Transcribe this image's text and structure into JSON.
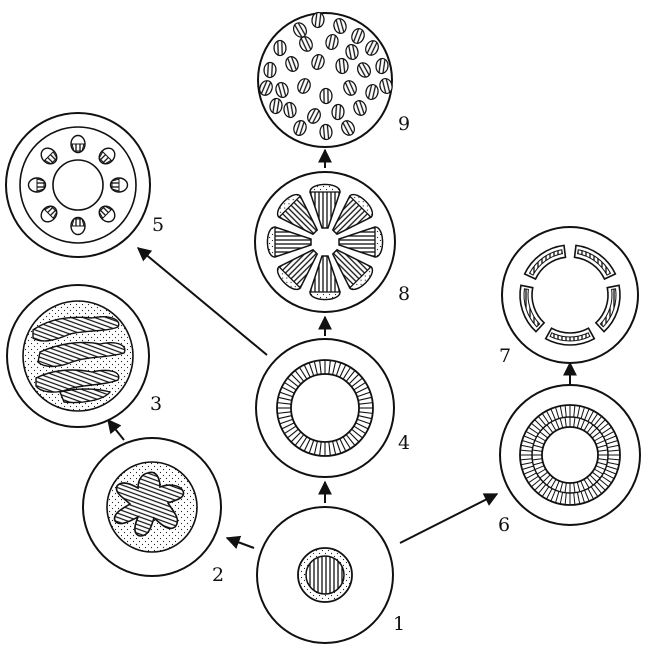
{
  "figure": {
    "stages": [
      {
        "id": "1",
        "label": "1"
      },
      {
        "id": "2",
        "label": "2"
      },
      {
        "id": "3",
        "label": "3"
      },
      {
        "id": "4",
        "label": "4"
      },
      {
        "id": "5",
        "label": "5"
      },
      {
        "id": "6",
        "label": "6"
      },
      {
        "id": "7",
        "label": "7"
      },
      {
        "id": "8",
        "label": "8"
      },
      {
        "id": "9",
        "label": "9"
      }
    ]
  }
}
